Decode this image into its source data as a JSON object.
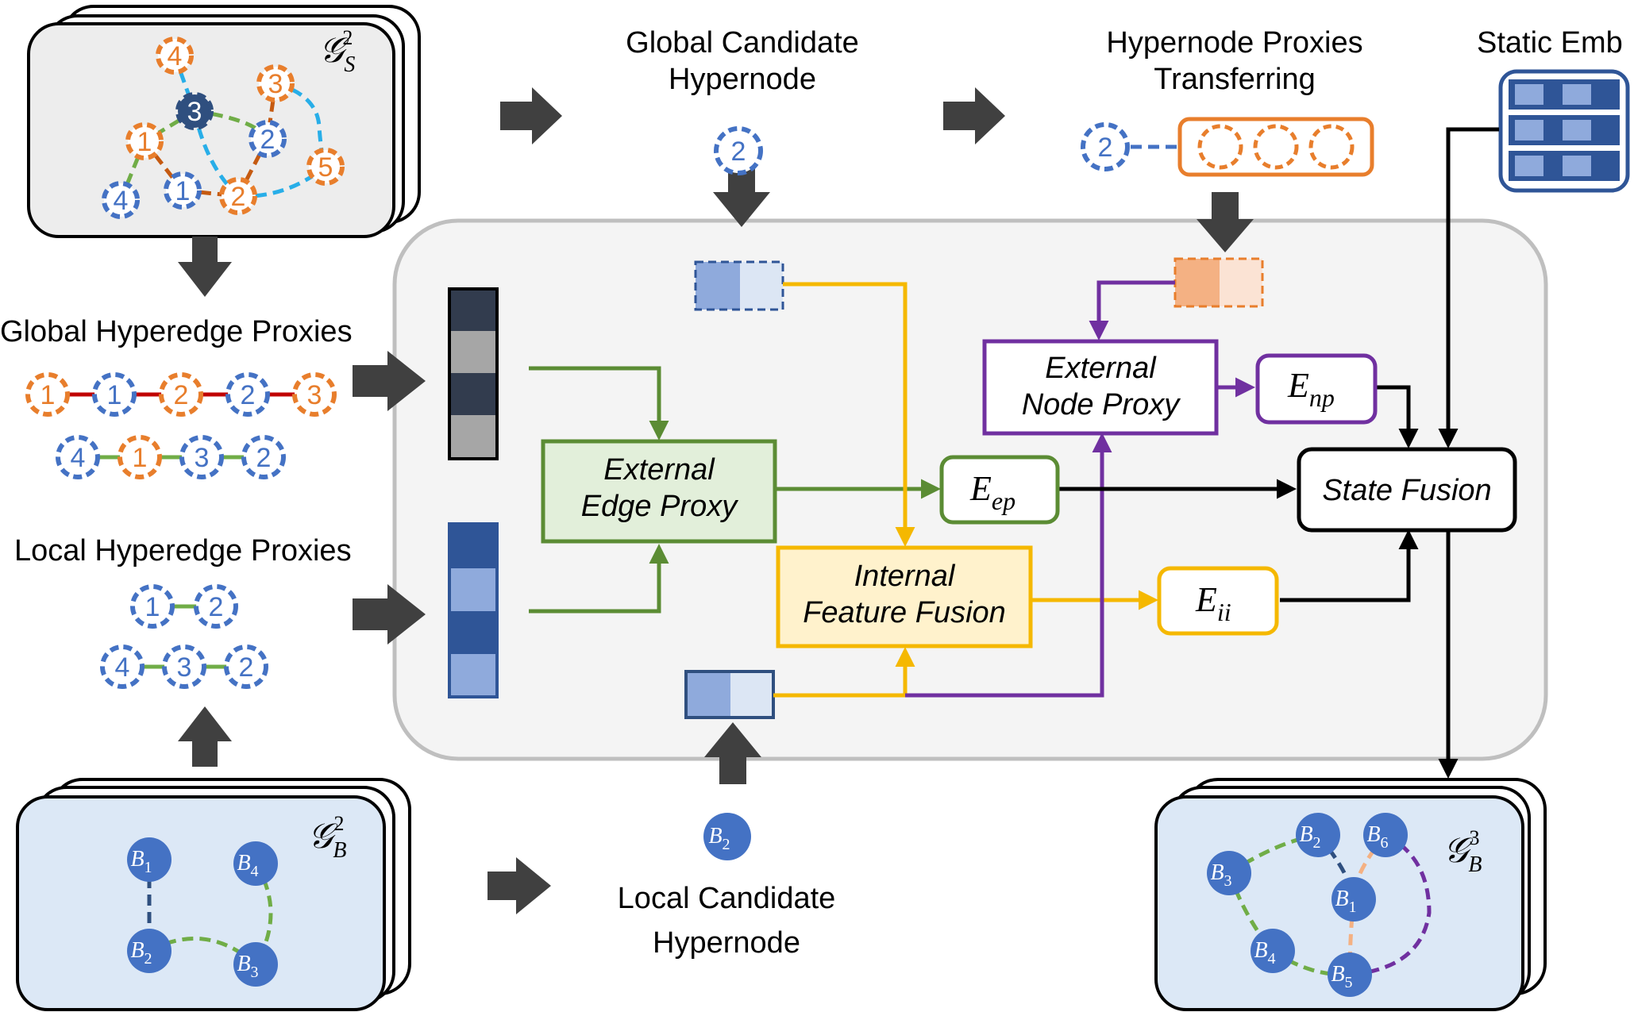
{
  "top_labels": {
    "global_candidate": [
      "Global Candidate",
      "Hypernode"
    ],
    "proxies_transfer": [
      "Hypernode Proxies",
      "Transferring"
    ],
    "static_emb": "Static Emb",
    "global_hyperedge": "Global Hyperedge Proxies",
    "local_hyperedge": "Local Hyperedge Proxies",
    "local_candidate": [
      "Local Candidate",
      "Hypernode"
    ]
  },
  "graph_labels": {
    "gs2": {
      "g": "𝒢",
      "sub": "S",
      "sup": "2"
    },
    "gb2": {
      "g": "𝒢",
      "sub": "B",
      "sup": "2"
    },
    "gb3": {
      "g": "𝒢",
      "sub": "B",
      "sup": "3"
    }
  },
  "modules": {
    "external_edge": [
      "External",
      "Edge Proxy"
    ],
    "internal_fusion": [
      "Internal",
      "Feature Fusion"
    ],
    "external_node": [
      "External",
      "Node Proxy"
    ],
    "state_fusion": "State Fusion"
  },
  "outputs": {
    "ep": {
      "main": "E",
      "sub": "ep"
    },
    "np": {
      "main": "E",
      "sub": "np"
    },
    "ii": {
      "main": "E",
      "sub": "ii"
    }
  },
  "global_graph_nodes": [
    "4",
    "3",
    "3",
    "1",
    "2",
    "5",
    "4",
    "1",
    "2"
  ],
  "global_row1": [
    "1",
    "1",
    "2",
    "2",
    "3"
  ],
  "global_row2": [
    "4",
    "1",
    "3",
    "2"
  ],
  "local_row1": [
    "1",
    "2"
  ],
  "local_row2": [
    "4",
    "3",
    "2"
  ],
  "candidate_node": "2",
  "local_candidate_node": {
    "main": "B",
    "sub": "2"
  },
  "b2_nodes": [
    {
      "main": "B",
      "sub": "1"
    },
    {
      "main": "B",
      "sub": "4"
    },
    {
      "main": "B",
      "sub": "2"
    },
    {
      "main": "B",
      "sub": "3"
    }
  ],
  "b3_nodes": [
    {
      "main": "B",
      "sub": "2"
    },
    {
      "main": "B",
      "sub": "6"
    },
    {
      "main": "B",
      "sub": "3"
    },
    {
      "main": "B",
      "sub": "1"
    },
    {
      "main": "B",
      "sub": "4"
    },
    {
      "main": "B",
      "sub": "5"
    }
  ],
  "colors": {
    "orange": "#E87E2C",
    "blue_node": "#4472C4",
    "navy": "#2F4F7F",
    "green": "#5B8C34",
    "yellow": "#F5B800",
    "purple": "#7030A0",
    "red": "#C00000",
    "light_blue_panel": "#DCE8F6",
    "gray_panel": "#EFEFEF"
  }
}
